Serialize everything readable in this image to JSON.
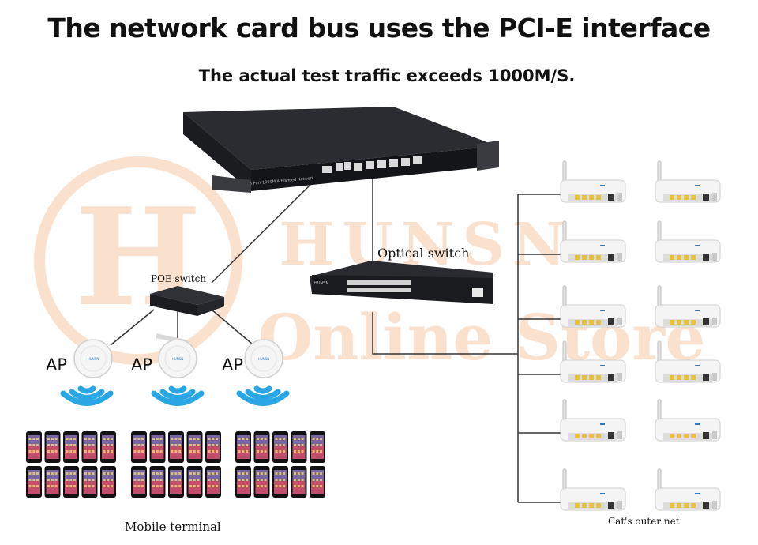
{
  "header": {
    "title": "The network card bus uses the PCI-E interface",
    "subtitle": "The actual test traffic exceeds 1000M/S."
  },
  "watermark": {
    "logo": "H",
    "line1": "HUNSN",
    "line2": "Online Store",
    "color": "#f6c9a6"
  },
  "devices": {
    "router_caption": "6 Port 1000M Advanced Network",
    "optical_switch_label": "Optical switch",
    "optical_switch_brand": "HUNSN",
    "poe_switch_label": "POE switch",
    "ap_label": "AP",
    "ap_logo": "HUNSN"
  },
  "groups": {
    "mobile_terminal_label": "Mobile terminal",
    "outer_net_label": "Cat's outer net"
  },
  "colors": {
    "wifi": "#29a6e3",
    "line": "#333333",
    "device_dark": "#1f2024",
    "router_port_yellow": "#e8c040"
  }
}
